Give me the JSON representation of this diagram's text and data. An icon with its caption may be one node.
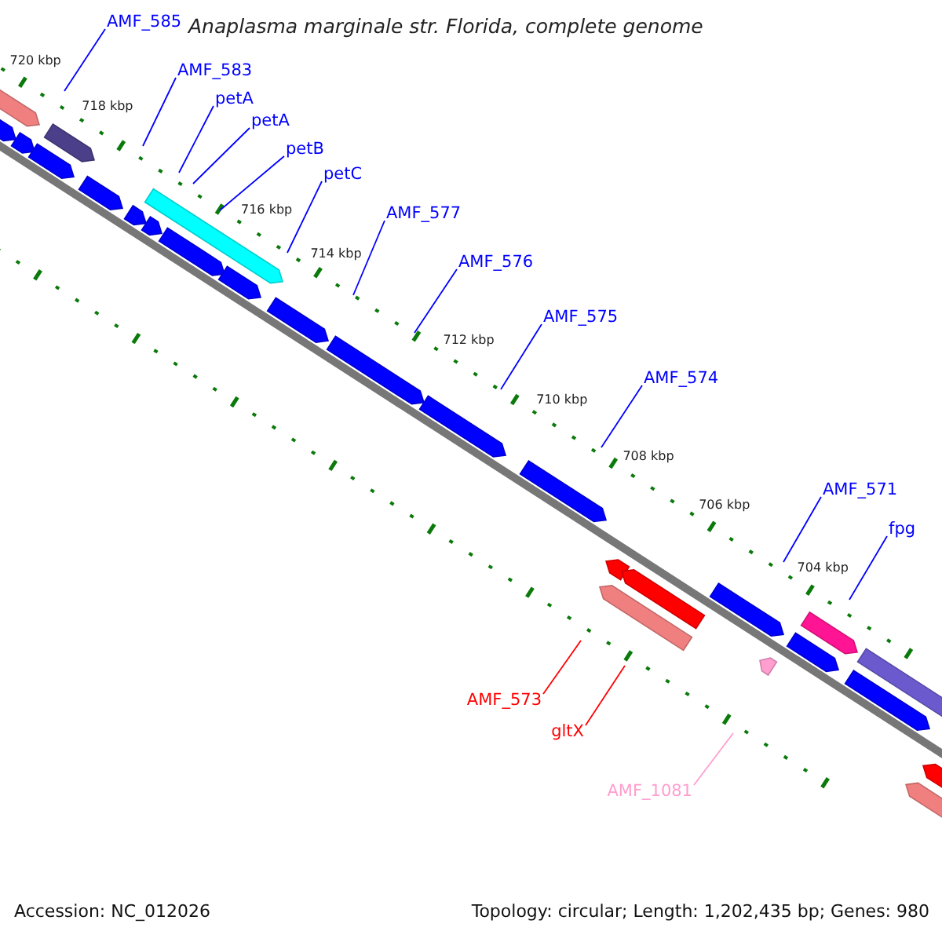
{
  "diagram": {
    "title": "Anaplasma marginale str. Florida, complete genome",
    "nodes": [
      {
        "text": [
          "AMF_585"
        ]
      },
      {
        "text": [
          "AMF_583"
        ]
      },
      {
        "text": [
          "petA"
        ]
      },
      {
        "text": [
          "petA"
        ]
      },
      {
        "text": [
          "petB"
        ]
      },
      {
        "text": [
          "petC"
        ]
      },
      {
        "text": [
          "AMF_577"
        ]
      },
      {
        "text": [
          "AMF_576"
        ]
      },
      {
        "text": [
          "AMF_575"
        ]
      },
      {
        "text": [
          "AMF_574"
        ]
      },
      {
        "text": [
          "AMF_571"
        ]
      },
      {
        "text": [
          "fpg"
        ]
      },
      {
        "text": [
          "AMF_573"
        ]
      },
      {
        "text": [
          "gltX"
        ]
      },
      {
        "text": [
          "AMF_1081"
        ]
      }
    ],
    "edges": [
      {
        "from": 0,
        "to": null,
        "arrow": "none"
      },
      {
        "from": 1,
        "to": null,
        "arrow": "none"
      },
      {
        "from": 2,
        "to": null,
        "arrow": "none"
      },
      {
        "from": 3,
        "to": null,
        "arrow": "none"
      },
      {
        "from": 4,
        "to": null,
        "arrow": "none"
      },
      {
        "from": 5,
        "to": null,
        "arrow": "none"
      },
      {
        "from": 6,
        "to": null,
        "arrow": "none"
      },
      {
        "from": 7,
        "to": null,
        "arrow": "none"
      },
      {
        "from": 8,
        "to": null,
        "arrow": "none"
      },
      {
        "from": 9,
        "to": null,
        "arrow": "none"
      },
      {
        "from": 10,
        "to": null,
        "arrow": "none"
      },
      {
        "from": 11,
        "to": null,
        "arrow": "none"
      },
      {
        "from": 12,
        "to": null,
        "arrow": "none",
        "color": "#ff0000"
      },
      {
        "from": 13,
        "to": null,
        "arrow": "none",
        "color": "#ff0000"
      },
      {
        "from": 14,
        "to": null,
        "arrow": "none",
        "color": "#ff9ecf"
      }
    ],
    "labels": [
      "720 kbp",
      "718 kbp",
      "716 kbp",
      "714 kbp",
      "712 kbp",
      "710 kbp",
      "708 kbp",
      "706 kbp",
      "704 kbp",
      "Accession: NC_012026",
      "Topology: circular; Length: 1,202,435 bp; Genes: 980"
    ]
  }
}
